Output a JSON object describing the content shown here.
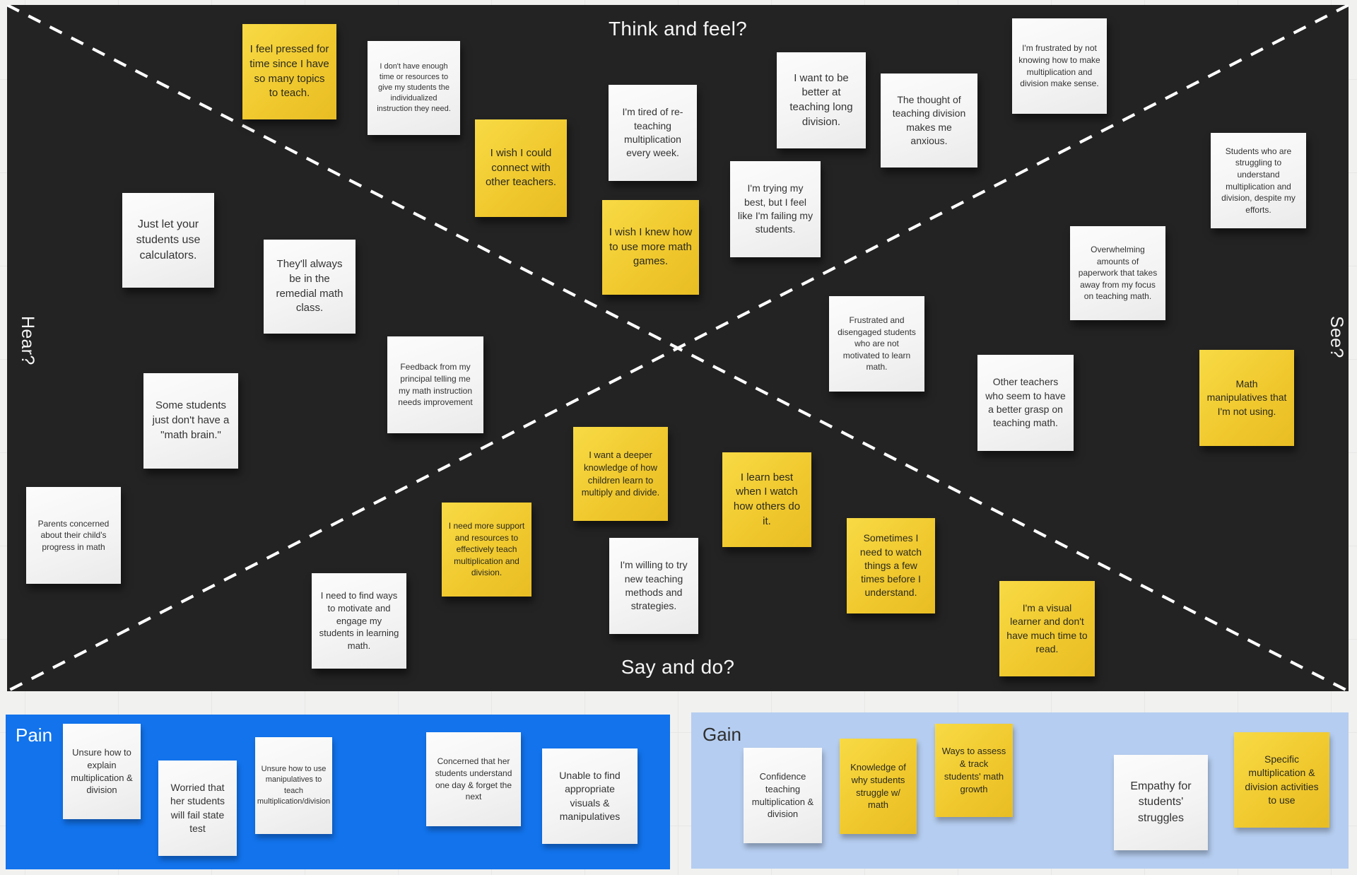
{
  "board": {
    "quadrant_labels": {
      "top": "Think and feel?",
      "bottom": "Say and do?",
      "left": "Hear?",
      "right": "See?"
    },
    "notes": [
      {
        "color": "yellow",
        "text": "I feel pressed for time since I have so many topics to teach."
      },
      {
        "color": "white",
        "text": "I don't have enough time or resources to give my students the individualized instruction they need."
      },
      {
        "color": "yellow",
        "text": "I wish I could connect with other teachers."
      },
      {
        "color": "white",
        "text": "I'm tired of re-teaching multiplication every week."
      },
      {
        "color": "white",
        "text": "I want to be better at teaching long division."
      },
      {
        "color": "white",
        "text": "The thought of teaching division makes me anxious."
      },
      {
        "color": "white",
        "text": "I'm frustrated by not knowing how to make multiplication and division make sense."
      },
      {
        "color": "white",
        "text": "I'm trying my best, but I feel like I'm failing my students."
      },
      {
        "color": "yellow",
        "text": "I wish I knew how to use more math games."
      },
      {
        "color": "white",
        "text": "Students who are struggling to understand multiplication and division, despite my efforts."
      },
      {
        "color": "white",
        "text": "Overwhelming amounts of paperwork that takes away from my focus on teaching math."
      },
      {
        "color": "white",
        "text": "Just let your students use calculators."
      },
      {
        "color": "white",
        "text": "They'll always be in the remedial math class."
      },
      {
        "color": "white",
        "text": "Some students just don't have a \"math brain.\""
      },
      {
        "color": "white",
        "text": "Feedback from my principal telling me my math instruction needs improvement"
      },
      {
        "color": "white",
        "text": "Frustrated and disengaged students who are not motivated to learn math."
      },
      {
        "color": "white",
        "text": "Other teachers who seem to have a better grasp on teaching math."
      },
      {
        "color": "yellow",
        "text": "Math manipulatives that I'm not using."
      },
      {
        "color": "white",
        "text": "Parents concerned about their child's progress in math"
      },
      {
        "color": "yellow",
        "text": "I want a deeper knowledge of how children learn to multiply and divide."
      },
      {
        "color": "yellow",
        "text": "I need more support and resources to effectively teach multiplication and division."
      },
      {
        "color": "yellow",
        "text": "I learn best when I watch how others do it."
      },
      {
        "color": "white",
        "text": "I'm willing to try new teaching methods and strategies."
      },
      {
        "color": "yellow",
        "text": "Sometimes I need to watch things a few times before I understand."
      },
      {
        "color": "white",
        "text": "I need to find ways to motivate and engage my students in learning math."
      },
      {
        "color": "yellow",
        "text": "I'm a visual learner and don't have much time to read."
      }
    ]
  },
  "pain": {
    "label": "Pain",
    "notes": [
      {
        "color": "white",
        "text": "Unsure how to explain multiplication & division"
      },
      {
        "color": "white",
        "text": "Worried that her students will fail state test"
      },
      {
        "color": "white",
        "text": "Unsure how to use manipulatives to teach multiplication/division"
      },
      {
        "color": "white",
        "text": "Concerned that her students understand one day & forget the next"
      },
      {
        "color": "white",
        "text": "Unable to find appropriate visuals & manipulatives"
      }
    ]
  },
  "gain": {
    "label": "Gain",
    "notes": [
      {
        "color": "white",
        "text": "Confidence teaching multiplication & division"
      },
      {
        "color": "yellow",
        "text": "Knowledge of why students struggle w/ math"
      },
      {
        "color": "yellow",
        "text": "Ways to assess & track students' math growth"
      },
      {
        "color": "white",
        "text": "Empathy for students' struggles"
      },
      {
        "color": "yellow",
        "text": "Specific multiplication & division activities to use"
      }
    ]
  },
  "colors": {
    "board_background": "#232323",
    "sticky_yellow": "#f0c92e",
    "sticky_white": "#f5f5f5",
    "pain_zone": "#1273ec",
    "gain_zone": "#b5cdf0",
    "dashed_line": "#ffffff",
    "canvas_background": "#f1f1f0"
  }
}
